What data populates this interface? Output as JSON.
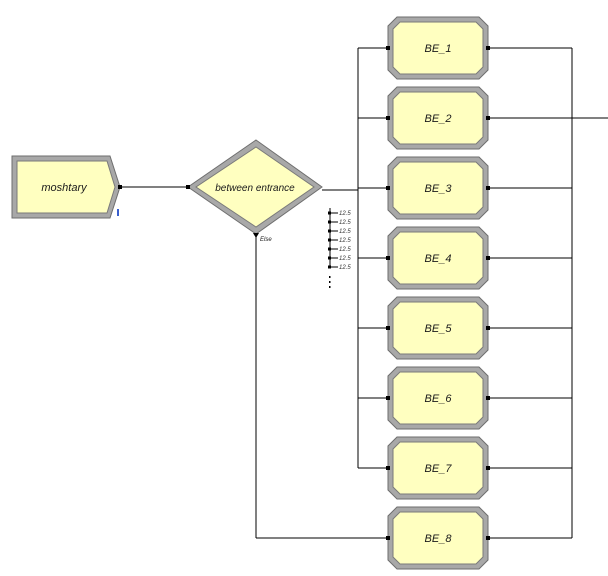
{
  "create_module": {
    "label": "moshtary"
  },
  "decide_module": {
    "label": "between entrance",
    "else_label": "Else",
    "branch_percents": [
      "12.5",
      "12.5",
      "12.5",
      "12.5",
      "12.5",
      "12.5",
      "12.5"
    ]
  },
  "process_modules": [
    {
      "label": "BE_1"
    },
    {
      "label": "BE_2"
    },
    {
      "label": "BE_3"
    },
    {
      "label": "BE_4"
    },
    {
      "label": "BE_5"
    },
    {
      "label": "BE_6"
    },
    {
      "label": "BE_7"
    },
    {
      "label": "BE_8"
    }
  ],
  "colors": {
    "module_fill": "#ffffc0",
    "module_border": "#8c8c8c",
    "connector": "#000000"
  }
}
